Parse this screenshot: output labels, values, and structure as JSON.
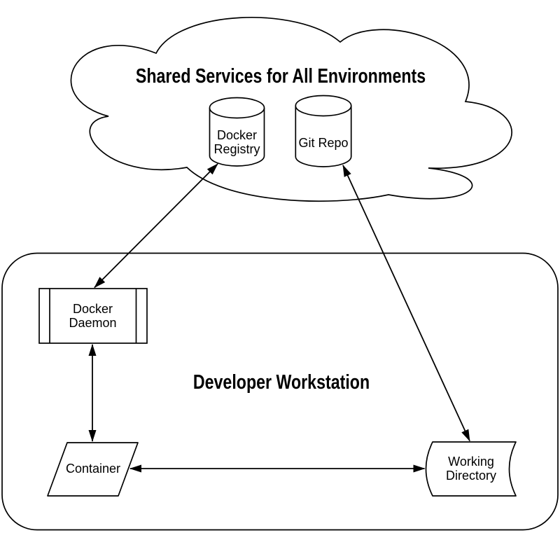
{
  "diagram": {
    "type": "flowchart",
    "colors": {
      "stroke": "#000000",
      "background": "#ffffff",
      "text": "#000000"
    },
    "cloud": {
      "title": "Shared Services for All Environments"
    },
    "workstation": {
      "title": "Developer Workstation"
    },
    "nodes": [
      {
        "id": "docker-registry",
        "label": "Docker\nRegistry",
        "shape": "cylinder",
        "container": "cloud"
      },
      {
        "id": "git-repo",
        "label": "Git Repo",
        "shape": "cylinder",
        "container": "cloud"
      },
      {
        "id": "docker-daemon",
        "label": "Docker\nDaemon",
        "shape": "predefined-process",
        "container": "workstation"
      },
      {
        "id": "container",
        "label": "Container",
        "shape": "parallelogram",
        "container": "workstation"
      },
      {
        "id": "working-directory",
        "label": "Working\nDirectory",
        "shape": "stored-data",
        "container": "workstation"
      }
    ],
    "edges": [
      {
        "from": "docker-registry",
        "to": "docker-daemon",
        "bidirectional": true
      },
      {
        "from": "git-repo",
        "to": "working-directory",
        "bidirectional": true
      },
      {
        "from": "docker-daemon",
        "to": "container",
        "bidirectional": true
      },
      {
        "from": "container",
        "to": "working-directory",
        "bidirectional": true
      }
    ]
  }
}
